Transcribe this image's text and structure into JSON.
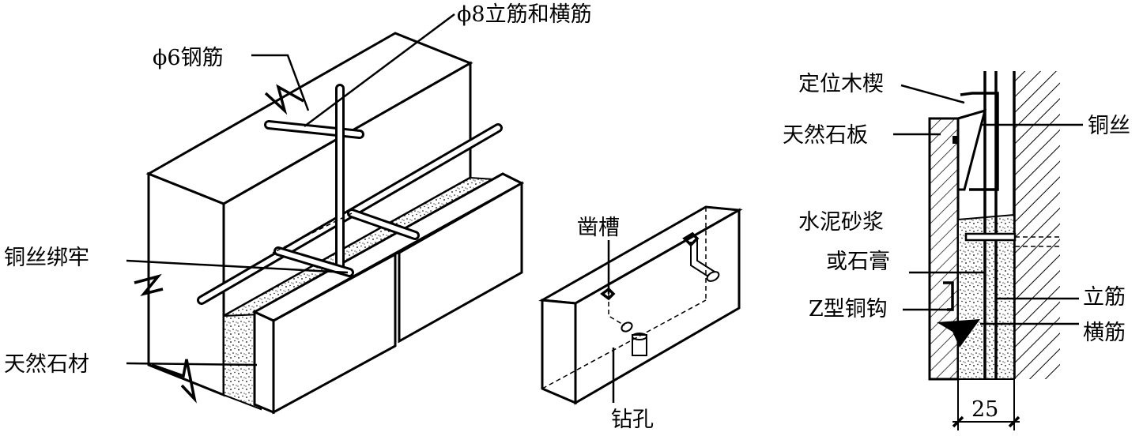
{
  "labels": {
    "rebar_6": "ϕ6钢筋",
    "rebar_8": "ϕ8立筋和横筋",
    "copper_tie": "铜丝绑牢",
    "natural_stone": "天然石材",
    "groove": "凿槽",
    "drill_hole": "钻孔",
    "wedge": "定位木楔",
    "stone_slab": "天然石板",
    "copper_wire": "铜丝",
    "mortar": "水泥砂浆",
    "or_gypsum": "或石膏",
    "z_hook": "Z型铜钩",
    "vertical_bar": "立筋",
    "horizontal_bar": "横筋",
    "gap_dim": "25"
  }
}
